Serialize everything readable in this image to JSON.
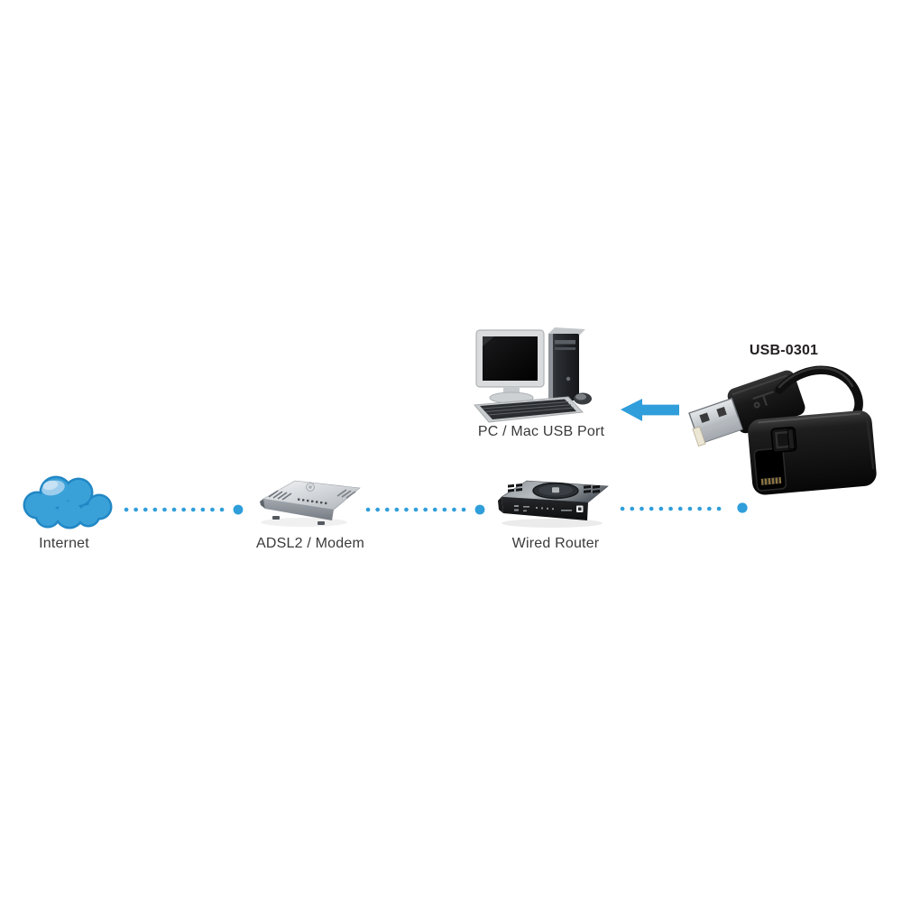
{
  "diagram": {
    "product_model": "USB-0301",
    "nodes": {
      "internet": {
        "label": "Internet",
        "type": "cloud"
      },
      "modem": {
        "label": "ADSL2 / Modem",
        "type": "adsl-modem"
      },
      "router": {
        "label": "Wired Router",
        "type": "wired-router"
      },
      "pc": {
        "label": "PC / Mac USB Port",
        "type": "desktop-computer"
      },
      "adapter": {
        "label": "USB-0301",
        "type": "usb-ethernet-adapter"
      }
    },
    "connections": [
      {
        "from": "internet",
        "to": "modem",
        "style": "dotted"
      },
      {
        "from": "modem",
        "to": "router",
        "style": "dotted"
      },
      {
        "from": "router",
        "to": "adapter",
        "style": "dotted"
      },
      {
        "from": "adapter",
        "to": "pc",
        "style": "arrow"
      }
    ],
    "colors": {
      "accent_blue": "#2f9eda",
      "cloud_fill": "#3aa1d8",
      "cloud_outline": "#2187c5",
      "cloud_highlight": "#9ccdec",
      "label_text": "#3a3a3c",
      "model_text": "#232021",
      "background": "#ffffff"
    }
  }
}
